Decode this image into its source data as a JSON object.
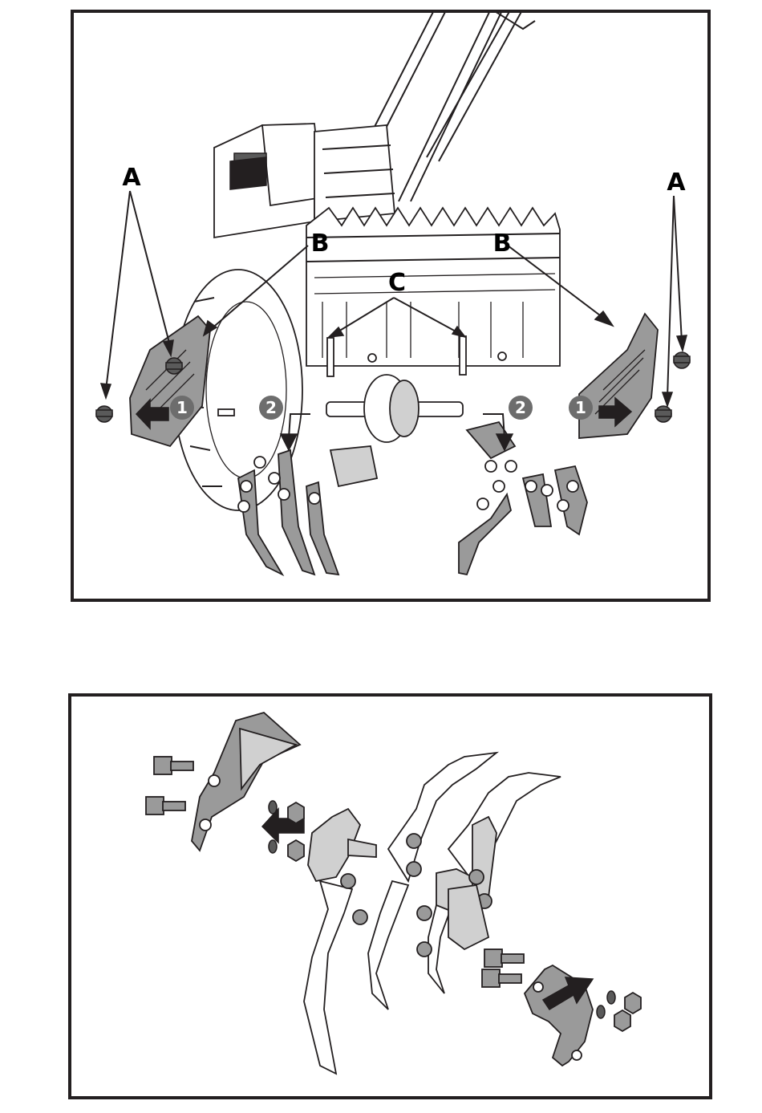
{
  "figure_top": {
    "labels": {
      "a_left": "A",
      "a_right": "A",
      "b_left": "B",
      "b_right": "B",
      "c": "C"
    },
    "steps": {
      "one_left": "1",
      "one_right": "1",
      "two_left": "2",
      "two_right": "2"
    },
    "colors": {
      "callout_circle": "#6d6d6d",
      "arrow": "#231f20",
      "part_fill": "#9a9a9a"
    }
  },
  "figure_bottom": {
    "colors": {
      "arrow": "#231f20",
      "part_fill": "#9a9a9a"
    }
  }
}
